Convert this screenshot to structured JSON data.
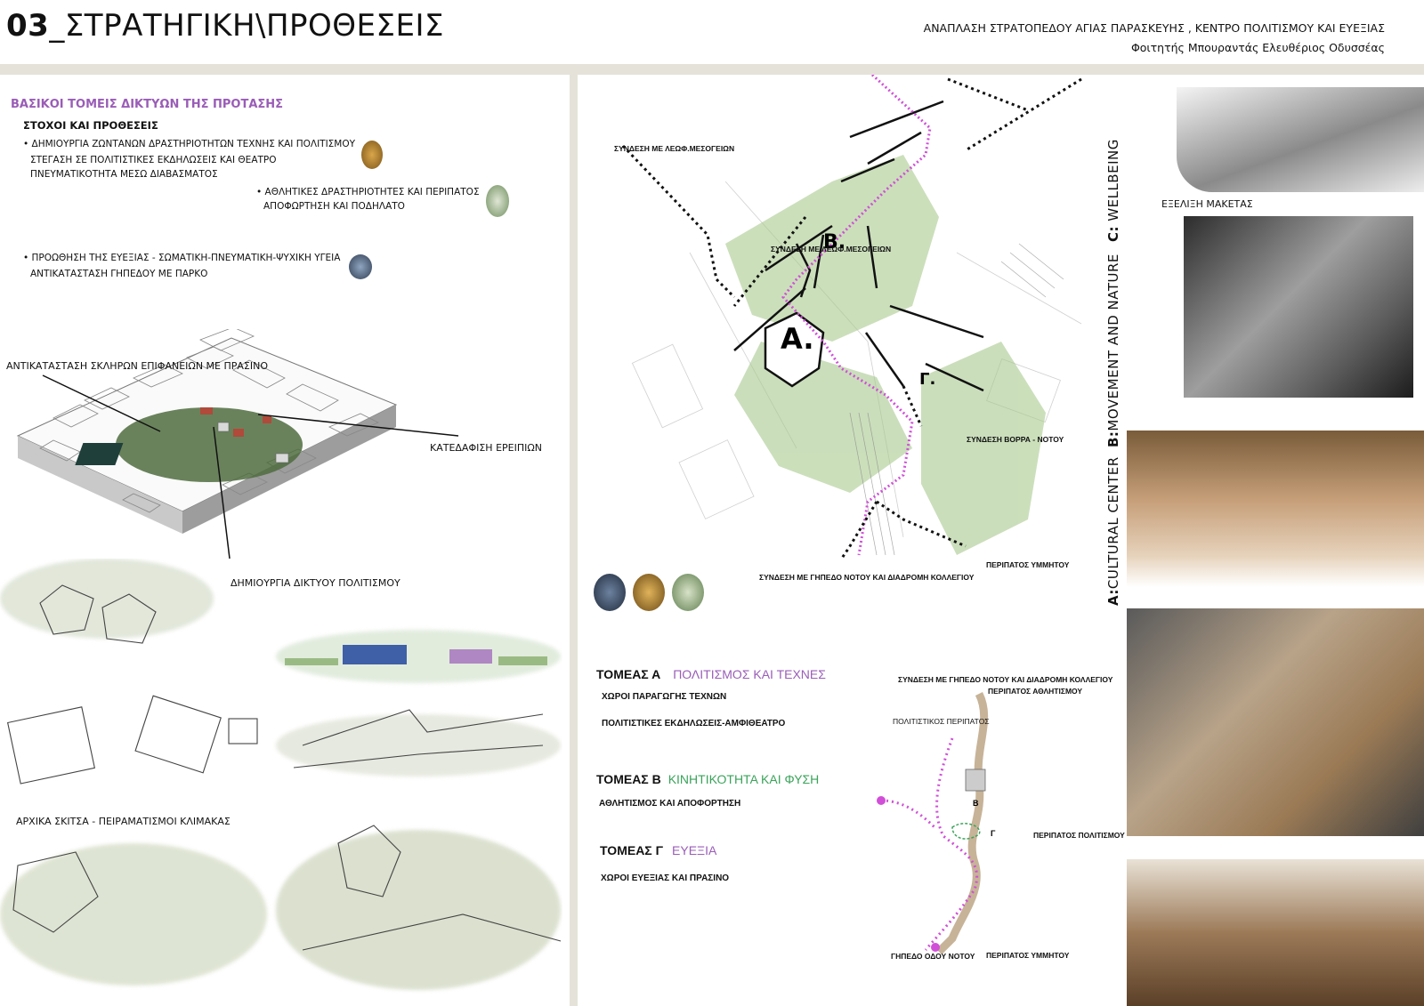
{
  "header": {
    "title_number": "03",
    "title_text": "_ΣΤΡΑΤΗΓΙΚΗ\\ΠΡΟΘΕΣΕΙΣ",
    "project_line": "ΑΝΑΠΛΑΣΗ ΣΤΡΑΤΟΠΕΔΟΥ ΑΓΙΑΣ ΠΑΡΑΣΚΕΥΗΣ , ΚΕΝΤΡΟ ΠΟΛΙΤΙΣΜΟΥ ΚΑΙ ΕΥΕΞΙΑΣ",
    "student_line": "Φοιτητής Μπουραντάς Ελευθέριος Οδυσσέας"
  },
  "left": {
    "section_heading": "ΒΑΣΙΚΟΙ ΤΟΜΕΙΣ ΔΙΚΤΥΩΝ ΤΗΣ ΠΡΟΤΑΣΗΣ",
    "goals_heading": "ΣΤΟΧΟΙ ΚΑΙ ΠΡΟΘΕΣΕΙΣ",
    "goal1_line1": "• ΔΗΜΙΟΥΡΓΙΑ ΖΩΝΤΑΝΩΝ ΔΡΑΣΤΗΡΙΟΤΗΤΩΝ ΤΕΧΝΗΣ ΚΑΙ ΠΟΛΙΤΙΣΜΟΥ",
    "goal1_line2": "ΣΤΕΓΑΣΗ ΣΕ ΠΟΛΙΤΙΣΤΙΚΕΣ ΕΚΔΗΛΩΣΕΙΣ ΚΑΙ ΘΕΑΤΡΟ",
    "goal1_line3": "ΠΝΕΥΜΑΤΙΚΟΤΗΤΑ ΜΕΣΩ ΔΙΑΒΑΣΜΑΤΟΣ",
    "goal2_line1": "• ΑΘΛΗΤΙΚΕΣ ΔΡΑΣΤΗΡΙΟΤΗΤΕΣ ΚΑΙ ΠΕΡΙΠΑΤΟΣ",
    "goal2_line2": "ΑΠΟΦΩΡΤΗΣΗ ΚΑΙ ΠΟΔΗΛΑΤΟ",
    "goal3_line1": "• ΠΡΟΩΘΗΣΗ ΤΗΣ ΕΥΕΞΙΑΣ - ΣΩΜΑΤΙΚΗ-ΠΝΕΥΜΑΤΙΚΗ-ΨΥΧΙΚΗ ΥΓΕΙΑ",
    "goal3_line2": "ΑΝΤΙΚΑΤΑΣΤΑΣΗ ΓΗΠΕΔΟΥ ΜΕ ΠΑΡΚΟ",
    "axo_label_green": "ΑΝΤΙΚΑΤΑΣΤΑΣΗ ΣΚΛΗΡΩΝ ΕΠΙΦΑΝΕΙΩΝ ΜΕ ΠΡΑΣΙΝΟ",
    "axo_label_demolish": "ΚΑΤΕΔΑΦΙΣΗ ΕΡΕΙΠΙΩΝ",
    "axo_label_network": "ΔΗΜΙΟΥΡΓΙΑ ΔΙΚΤΥΟΥ ΠΟΛΙΤΙΣΜΟΥ",
    "sketch_caption": "ΑΡΧΙΚΑ ΣΚΙΤΣΑ - ΠΕΙΡΑΜΑΤΙΣΜΟΙ ΚΛΙΜΑΚΑΣ"
  },
  "site_plan": {
    "label_mesogeion": "ΣΥΝΔΕΣΗ ΜΕ ΛΕΩΦ.ΜΕΣΟΓΕΙΩΝ",
    "label_mesogeion_inner": "ΣΥΝΔΕΣΗ ΜΕ ΛΕΩΦ.ΜΕΣΟΓΕΙΩΝ",
    "label_north_south": "ΣΥΝΔΕΣΗ ΒΟΡΡΑ - ΝΟΤΟΥ",
    "label_hymettus_walk": "ΠΕΡΙΠΑΤΟΣ ΥΜΜΗΤΟΥ",
    "label_south_field": "ΣΥΝΔΕΣΗ ΜΕ ΓΗΠΕΔΟ ΝΟΤΟΥ ΚΑΙ ΔΙΑΔΡΟΜΗ ΚΟΛΛΕΓΙΟΥ",
    "zone_a": "A.",
    "zone_b": "B.",
    "zone_c": "Γ."
  },
  "sectors": {
    "a_title": "ΤΟΜΕΑΣ Α",
    "a_accent": "ΠΟΛΙΤΙΣΜΟΣ ΚΑΙ ΤΕΧΝΕΣ",
    "a_item1": "ΧΩΡΟΙ ΠΑΡΑΓΩΓΗΣ ΤΕΧΝΩΝ",
    "a_item2": "ΠΟΛΙΤΙΣΤΙΚΕΣ ΕΚΔΗΛΩΣΕΙΣ-ΑΜΦΙΘΕΑΤΡΟ",
    "b_title": "ΤΟΜΕΑΣ Β",
    "b_accent": "ΚΙΝΗΤΙΚΟΤΗΤΑ ΚΑΙ ΦΥΣΗ",
    "b_item1": "ΑΘΛΗΤΙΣΜΟΣ ΚΑΙ ΑΠΟΦΟΡΤΗΣΗ",
    "c_title": "ΤΟΜΕΑΣ Γ",
    "c_accent": "ΕΥΕΞΙΑ",
    "c_item1": "ΧΩΡΟΙ ΕΥΕΞΙΑΣ ΚΑΙ ΠΡΑΣΙΝΟ",
    "accent_purple": "#9a5db7",
    "accent_green": "#3aa35a"
  },
  "route_diagram": {
    "label_top": "ΣΥΝΔΕΣΗ ΜΕ ΓΗΠΕΔΟ ΝΟΤΟΥ ΚΑΙ ΔΙΑΔΡΟΜΗ ΚΟΛΛΕΓΙΟΥ",
    "label_sports_walk": "ΠΕΡΙΠΑΤΟΣ ΑΘΛΗΤΙΣΜΟΥ",
    "label_cultural_walk_top": "ΠΟΛΙΤΙΣΤΙΚΟΣ ΠΕΡΙΠΑΤΟΣ",
    "label_cultural_walk_right": "ΠΕΡΙΠΑΤΟΣ ΠΟΛΙΤΙΣΜΟΥ",
    "label_south_field": "ΓΗΠΕΔΟ ΟΔΟΥ ΝΟΤΟΥ",
    "label_hymettus": "ΠΕΡΙΠΑΤΟΣ ΥΜΜΗΤΟΥ",
    "mark_b": "B",
    "mark_g": "Γ"
  },
  "right": {
    "vertical_c_bold": "C:",
    "vertical_c_rest": " WELLBEING",
    "vertical_b_bold": "B:",
    "vertical_b_rest": "MOVEMENT AND NATURE",
    "vertical_a_bold": "A:",
    "vertical_a_rest": "CULTURAL CENTER",
    "model_caption": "ΕΞΕΛΙΞΗ ΜΑΚΕΤΑΣ"
  }
}
